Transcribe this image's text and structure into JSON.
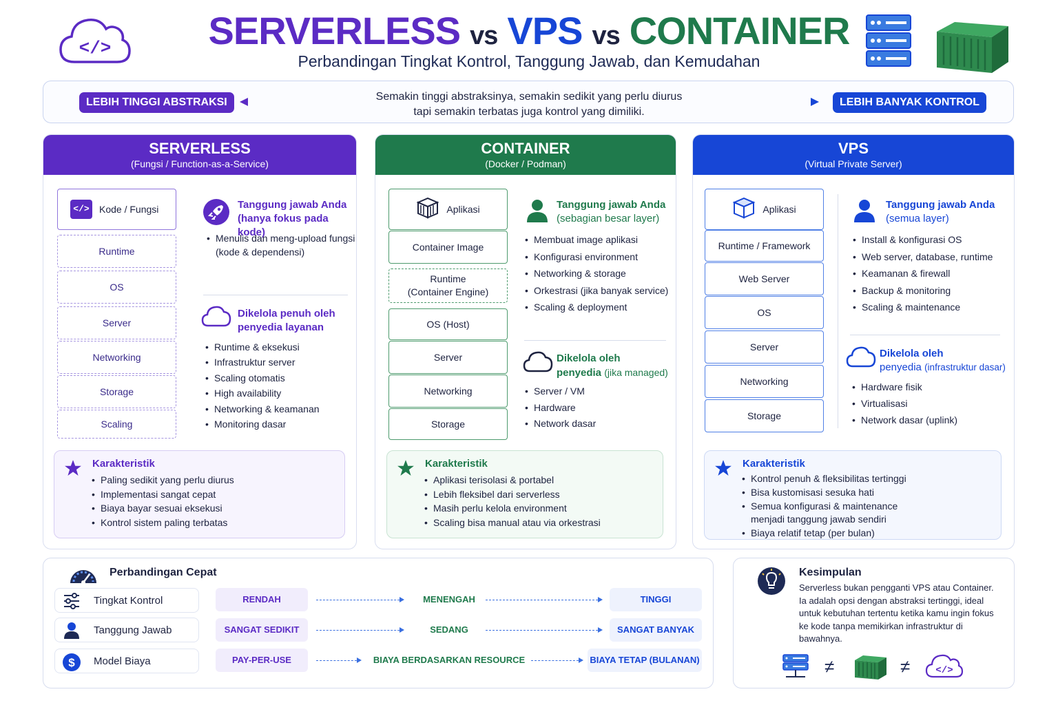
{
  "header": {
    "title_part1": "SERVERLESS",
    "vs1": "vs",
    "title_part2": "VPS",
    "vs2": "vs",
    "title_part3": "CONTAINER",
    "subtitle": "Perbandingan Tingkat Kontrol, Tanggung Jawab, dan Kemudahan"
  },
  "banner": {
    "left_pill": "LEBIH TINGGI ABSTRAKSI",
    "text_line1": "Semakin tinggi abstraksinya, semakin sedikit yang perlu diurus",
    "text_line2": "tapi semakin terbatas juga kontrol yang dimiliki.",
    "right_pill": "LEBIH BANYAK KONTROL"
  },
  "colors": {
    "purple": "#5b2bc4",
    "green": "#1f7a4c",
    "blue": "#1746d6"
  },
  "serverless": {
    "title": "SERVERLESS",
    "subtitle": "(Fungsi / Function-as-a-Service)",
    "layers": [
      "Kode / Fungsi",
      "Runtime",
      "OS",
      "Server",
      "Networking",
      "Storage",
      "Scaling"
    ],
    "resp_title": "Tanggung jawab Anda",
    "resp_sub": "(hanya fokus pada kode)",
    "resp_items": [
      "Menulis dan meng-upload fungsi (kode & dependensi)"
    ],
    "managed_title": "Dikelola penuh oleh",
    "managed_title2": "penyedia layanan",
    "managed_items": [
      "Runtime & eksekusi",
      "Infrastruktur server",
      "Scaling otomatis",
      "High availability",
      "Networking & keamanan",
      "Monitoring dasar"
    ],
    "karak_title": "Karakteristik",
    "karak_items": [
      "Paling sedikit yang perlu diurus",
      "Implementasi sangat cepat",
      "Biaya bayar sesuai eksekusi",
      "Kontrol sistem paling terbatas"
    ]
  },
  "container": {
    "title": "CONTAINER",
    "subtitle": "(Docker / Podman)",
    "layers": [
      "Aplikasi",
      "Container Image",
      "Runtime\n(Container Engine)",
      "OS (Host)",
      "Server",
      "Networking",
      "Storage"
    ],
    "resp_title": "Tanggung jawab Anda",
    "resp_sub": "(sebagian besar layer)",
    "resp_items": [
      "Membuat image aplikasi",
      "Konfigurasi environment",
      "Networking & storage",
      "Orkestrasi (jika banyak service)",
      "Scaling & deployment"
    ],
    "managed_title": "Dikelola oleh",
    "managed_title2": "penyedia",
    "managed_note": "(jika managed)",
    "managed_items": [
      "Server / VM",
      "Hardware",
      "Network dasar"
    ],
    "karak_title": "Karakteristik",
    "karak_items": [
      "Aplikasi terisolasi & portabel",
      "Lebih fleksibel dari serverless",
      "Masih perlu kelola environment",
      "Scaling bisa manual atau via orkestrasi"
    ]
  },
  "vps": {
    "title": "VPS",
    "subtitle": "(Virtual Private Server)",
    "layers": [
      "Aplikasi",
      "Runtime / Framework",
      "Web Server",
      "OS",
      "Server",
      "Networking",
      "Storage"
    ],
    "resp_title": "Tanggung jawab Anda",
    "resp_sub": "(semua layer)",
    "resp_items": [
      "Install & konfigurasi OS",
      "Web server, database, runtime",
      "Keamanan & firewall",
      "Backup & monitoring",
      "Scaling & maintenance"
    ],
    "managed_title": "Dikelola oleh",
    "managed_title2": "penyedia",
    "managed_note": "(infrastruktur dasar)",
    "managed_items": [
      "Hardware fisik",
      "Virtualisasi",
      "Network dasar (uplink)"
    ],
    "karak_title": "Karakteristik",
    "karak_items": [
      "Kontrol penuh & fleksibilitas tertinggi",
      "Bisa kustomisasi sesuka hati",
      "Semua konfigurasi & maintenance menjadi tanggung jawab sendiri",
      "Biaya relatif tetap (per bulan)"
    ]
  },
  "comparison": {
    "title": "Perbandingan Cepat",
    "rows": [
      {
        "label": "Tingkat Kontrol",
        "icon": "sliders-icon",
        "v1": "RENDAH",
        "v2": "MENENGAH",
        "v3": "TINGGI"
      },
      {
        "label": "Tanggung Jawab",
        "icon": "person-icon",
        "v1": "SANGAT SEDIKIT",
        "v2": "SEDANG",
        "v3": "SANGAT BANYAK"
      },
      {
        "label": "Model Biaya",
        "icon": "dollar-icon",
        "v1": "PAY-PER-USE",
        "v2": "BIAYA BERDASARKAN RESOURCE",
        "v3": "BIAYA TETAP (BULANAN)"
      }
    ]
  },
  "conclusion": {
    "title": "Kesimpulan",
    "text": "Serverless bukan pengganti VPS atau Container. Ia adalah opsi dengan abstraksi tertinggi, ideal untuk kebutuhan tertentu ketika kamu ingin fokus ke kode tanpa memikirkan infrastruktur di bawahnya.",
    "neq": "≠"
  }
}
